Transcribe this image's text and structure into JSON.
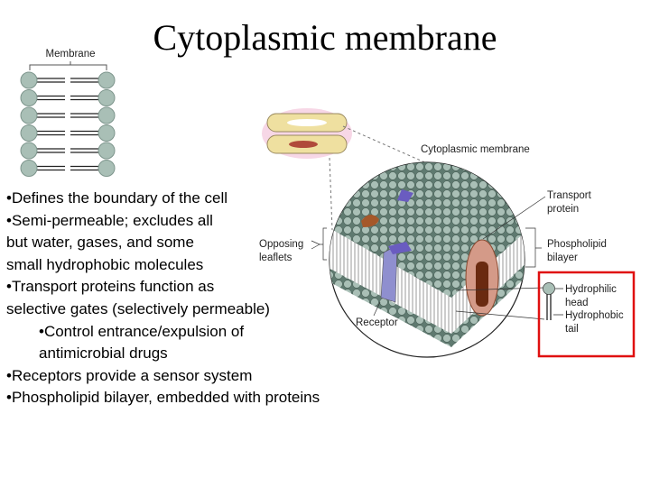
{
  "title": "Cytoplasmic membrane",
  "bullets": [
    {
      "line1": "•Defines the boundary of the cell"
    },
    {
      "line1": "•Semi-permeable; excludes all",
      "line2": "but water, gases, and some",
      "line3": "small hydrophobic molecules"
    },
    {
      "line1": "•Transport proteins function as",
      "line2": "selective gates (selectively permeable)"
    },
    {
      "line1": "•Control entrance/expulsion of",
      "line2": "antimicrobial drugs"
    },
    {
      "line1": "•Receptors provide a sensor system"
    },
    {
      "line1": "•Phospholipid bilayer, embedded with proteins"
    }
  ],
  "left_diagram": {
    "label": "Membrane"
  },
  "diagram": {
    "title": "Cytoplasmic membrane",
    "transport_protein": [
      "Transport",
      "protein"
    ],
    "phospholipid_bilayer": [
      "Phospholipid",
      "bilayer"
    ],
    "opposing_leaflets": [
      "Opposing",
      "leaflets"
    ],
    "receptor": "Receptor",
    "hydrophilic_head": [
      "Hydrophilic",
      "head"
    ],
    "hydrophobic_tail": [
      "Hydrophobic",
      "tail"
    ]
  },
  "colors": {
    "head": "#a9bfb6",
    "highlight": "#e01010",
    "receptor": "#8f8fcf",
    "protein": "#a5482a"
  }
}
